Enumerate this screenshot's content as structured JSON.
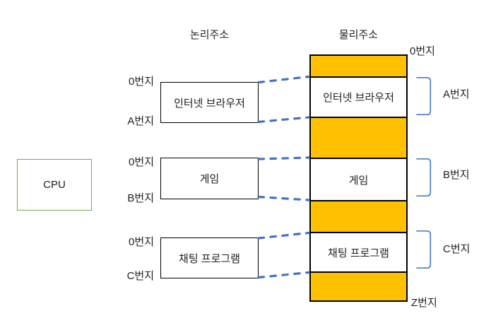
{
  "diagram_title": "memory address mapping",
  "colors": {
    "free_memory": "#FFC000",
    "connector_blue": "#4472C4",
    "bracket_blue": "#4a7ec1",
    "cpu_border_green": "#70AD47"
  },
  "cpu": {
    "label": "CPU"
  },
  "logical": {
    "header": "논리주소",
    "programs": [
      {
        "name": "인터넷 브라우저",
        "start": "0번지",
        "end": "A번지"
      },
      {
        "name": "게임",
        "start": "0번지",
        "end": "B번지"
      },
      {
        "name": "채팅 프로그램",
        "start": "0번지",
        "end": "C번지"
      }
    ]
  },
  "physical": {
    "header": "물리주소",
    "top_address": "0번지",
    "bottom_address": "Z번지",
    "segments": [
      {
        "type": "free",
        "label": ""
      },
      {
        "type": "program",
        "label": "인터넷 브라우저",
        "range_label": "A번지"
      },
      {
        "type": "free",
        "label": ""
      },
      {
        "type": "program",
        "label": "게임",
        "range_label": "B번지"
      },
      {
        "type": "free",
        "label": ""
      },
      {
        "type": "program",
        "label": "채팅 프로그램",
        "range_label": "C번지"
      },
      {
        "type": "free",
        "label": ""
      }
    ]
  }
}
